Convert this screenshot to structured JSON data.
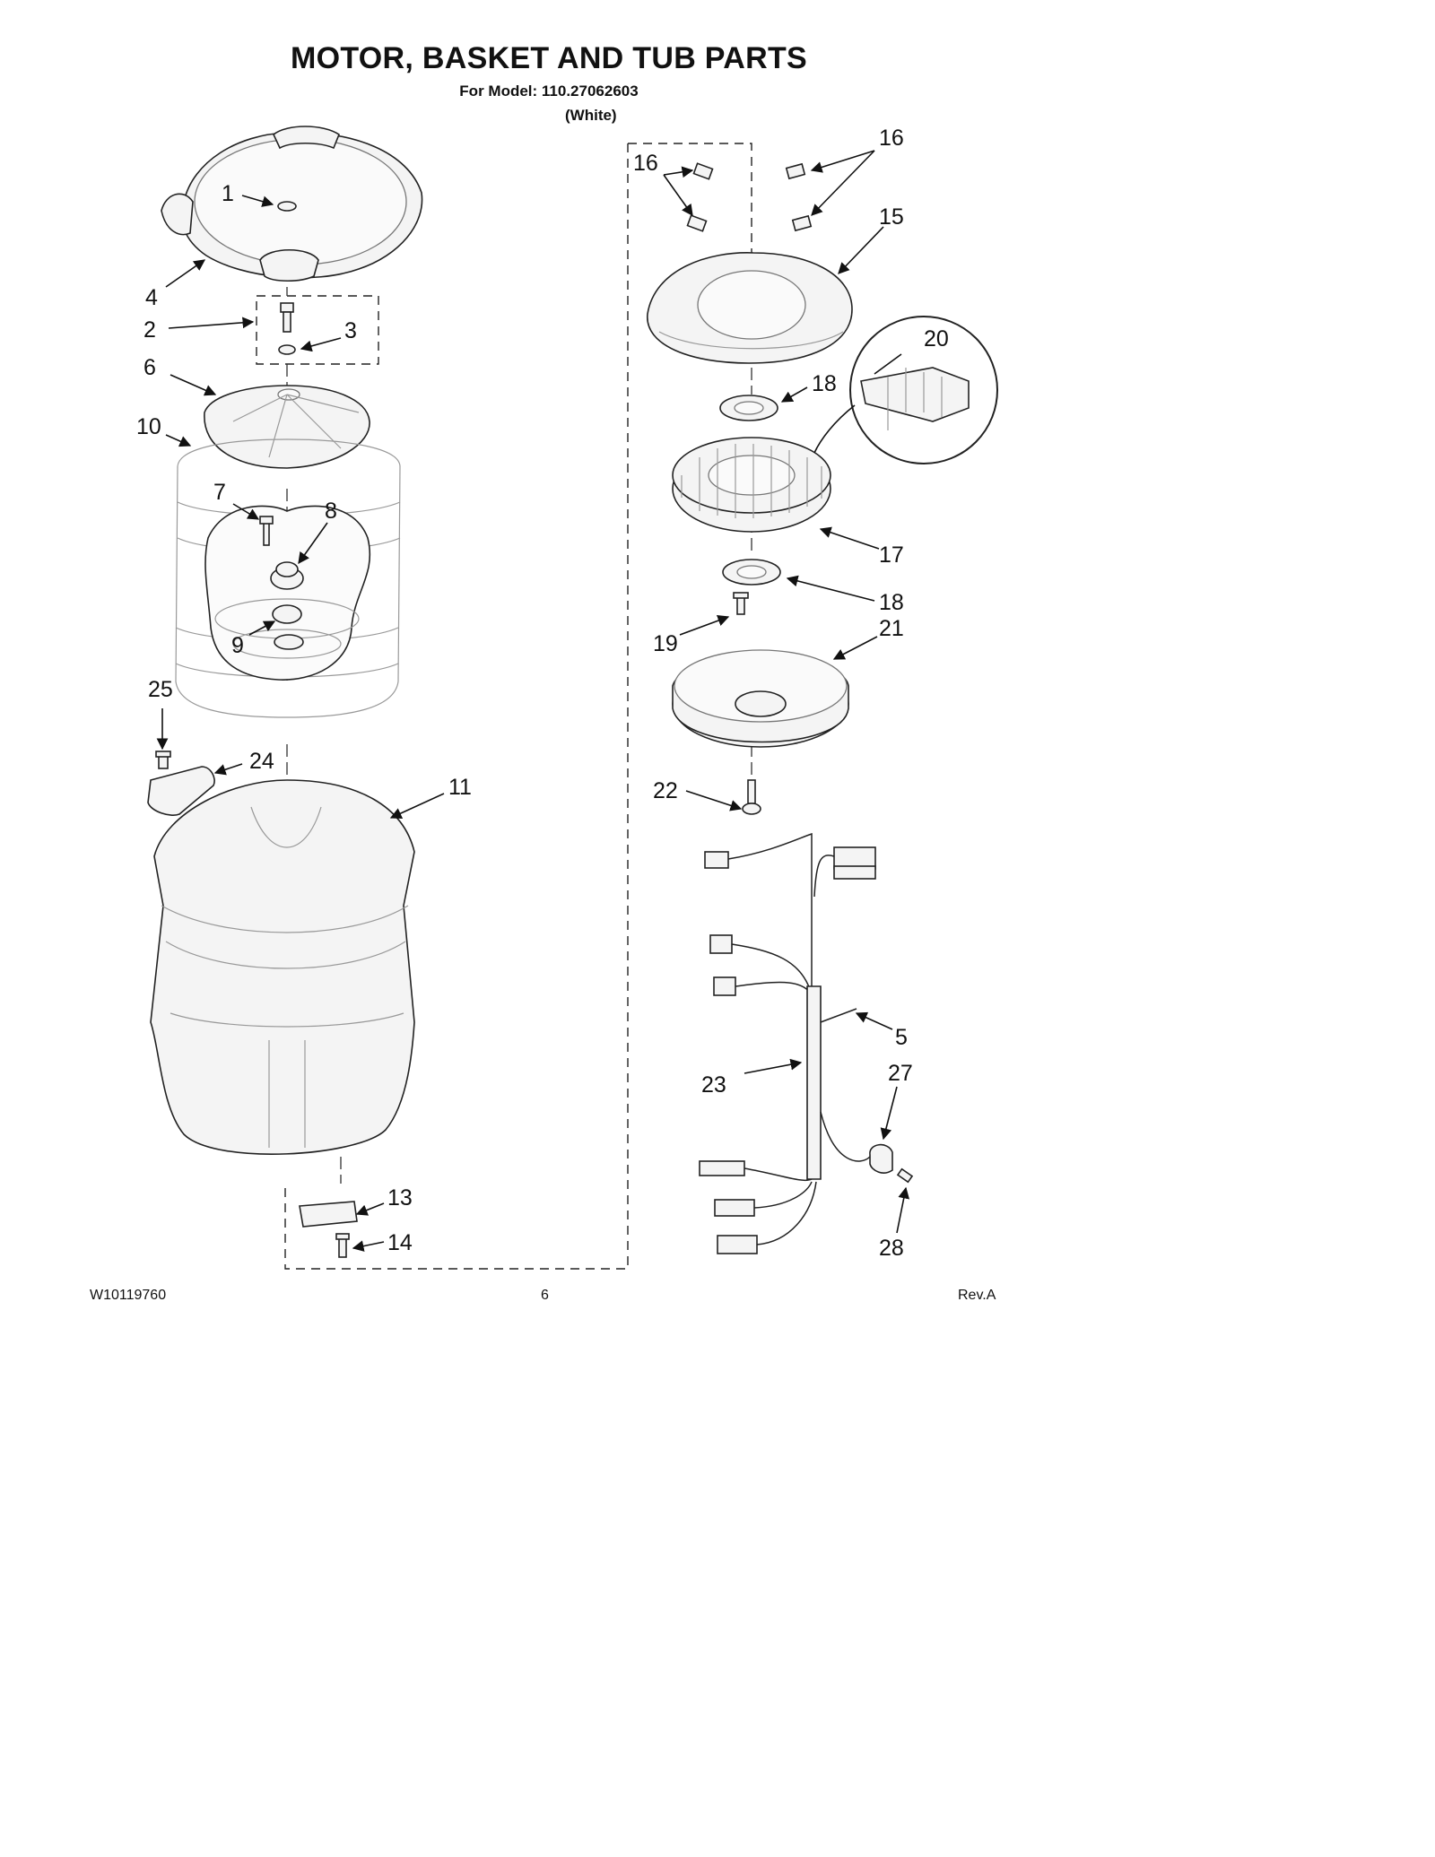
{
  "header": {
    "title": "MOTOR, BASKET AND TUB PARTS",
    "model_line": "For Model: 110.27062603",
    "variant": "(White)"
  },
  "footer": {
    "doc_number": "W10119760",
    "page_number": "6",
    "revision": "Rev.A"
  },
  "callouts": {
    "c1": "1",
    "c2": "2",
    "c3": "3",
    "c4": "4",
    "c5": "5",
    "c6": "6",
    "c7": "7",
    "c8": "8",
    "c9": "9",
    "c10": "10",
    "c11": "11",
    "c13": "13",
    "c14": "14",
    "c15": "15",
    "c16a": "16",
    "c16b": "16",
    "c17": "17",
    "c18a": "18",
    "c18b": "18",
    "c19": "19",
    "c20": "20",
    "c21": "21",
    "c22": "22",
    "c23": "23",
    "c24": "24",
    "c25": "25",
    "c27": "27",
    "c28": "28"
  },
  "colors": {
    "ink": "#111111",
    "part_fill": "#f4f4f4",
    "ghost": "#999999"
  }
}
